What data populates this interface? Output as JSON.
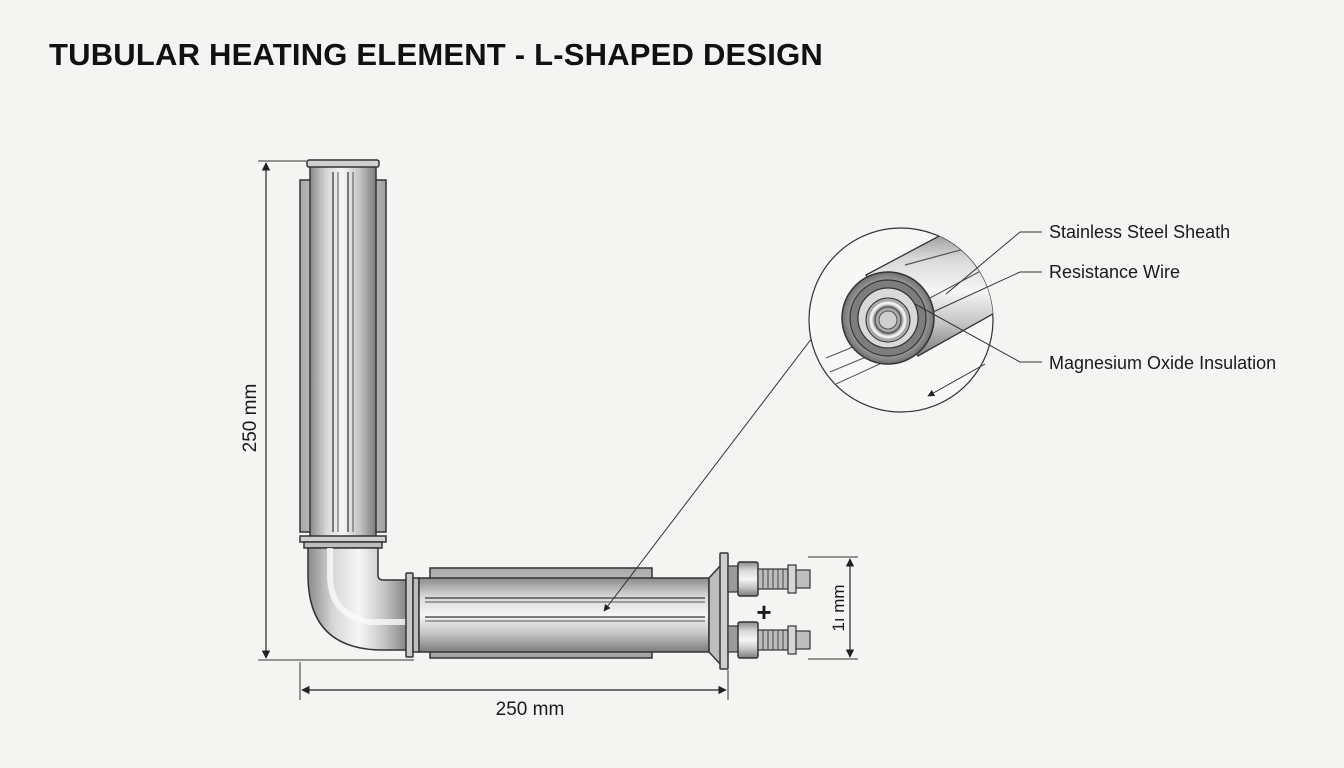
{
  "title": "TUBULAR HEATING ELEMENT - L-SHAPED DESIGN",
  "dimensions": {
    "vertical": "250 mm",
    "horizontal": "250 mm",
    "terminal": "1ı mm"
  },
  "terminal_symbol": "+",
  "callouts": {
    "sheath": "Stainless Steel Sheath",
    "wire": "Resistance Wire",
    "insulation": "Magnesium Oxide Insulation"
  },
  "colors": {
    "background": "#f4f4f3",
    "line": "#222222",
    "steel_light": "#eeeeee",
    "steel_dark": "#7a7a7a"
  }
}
